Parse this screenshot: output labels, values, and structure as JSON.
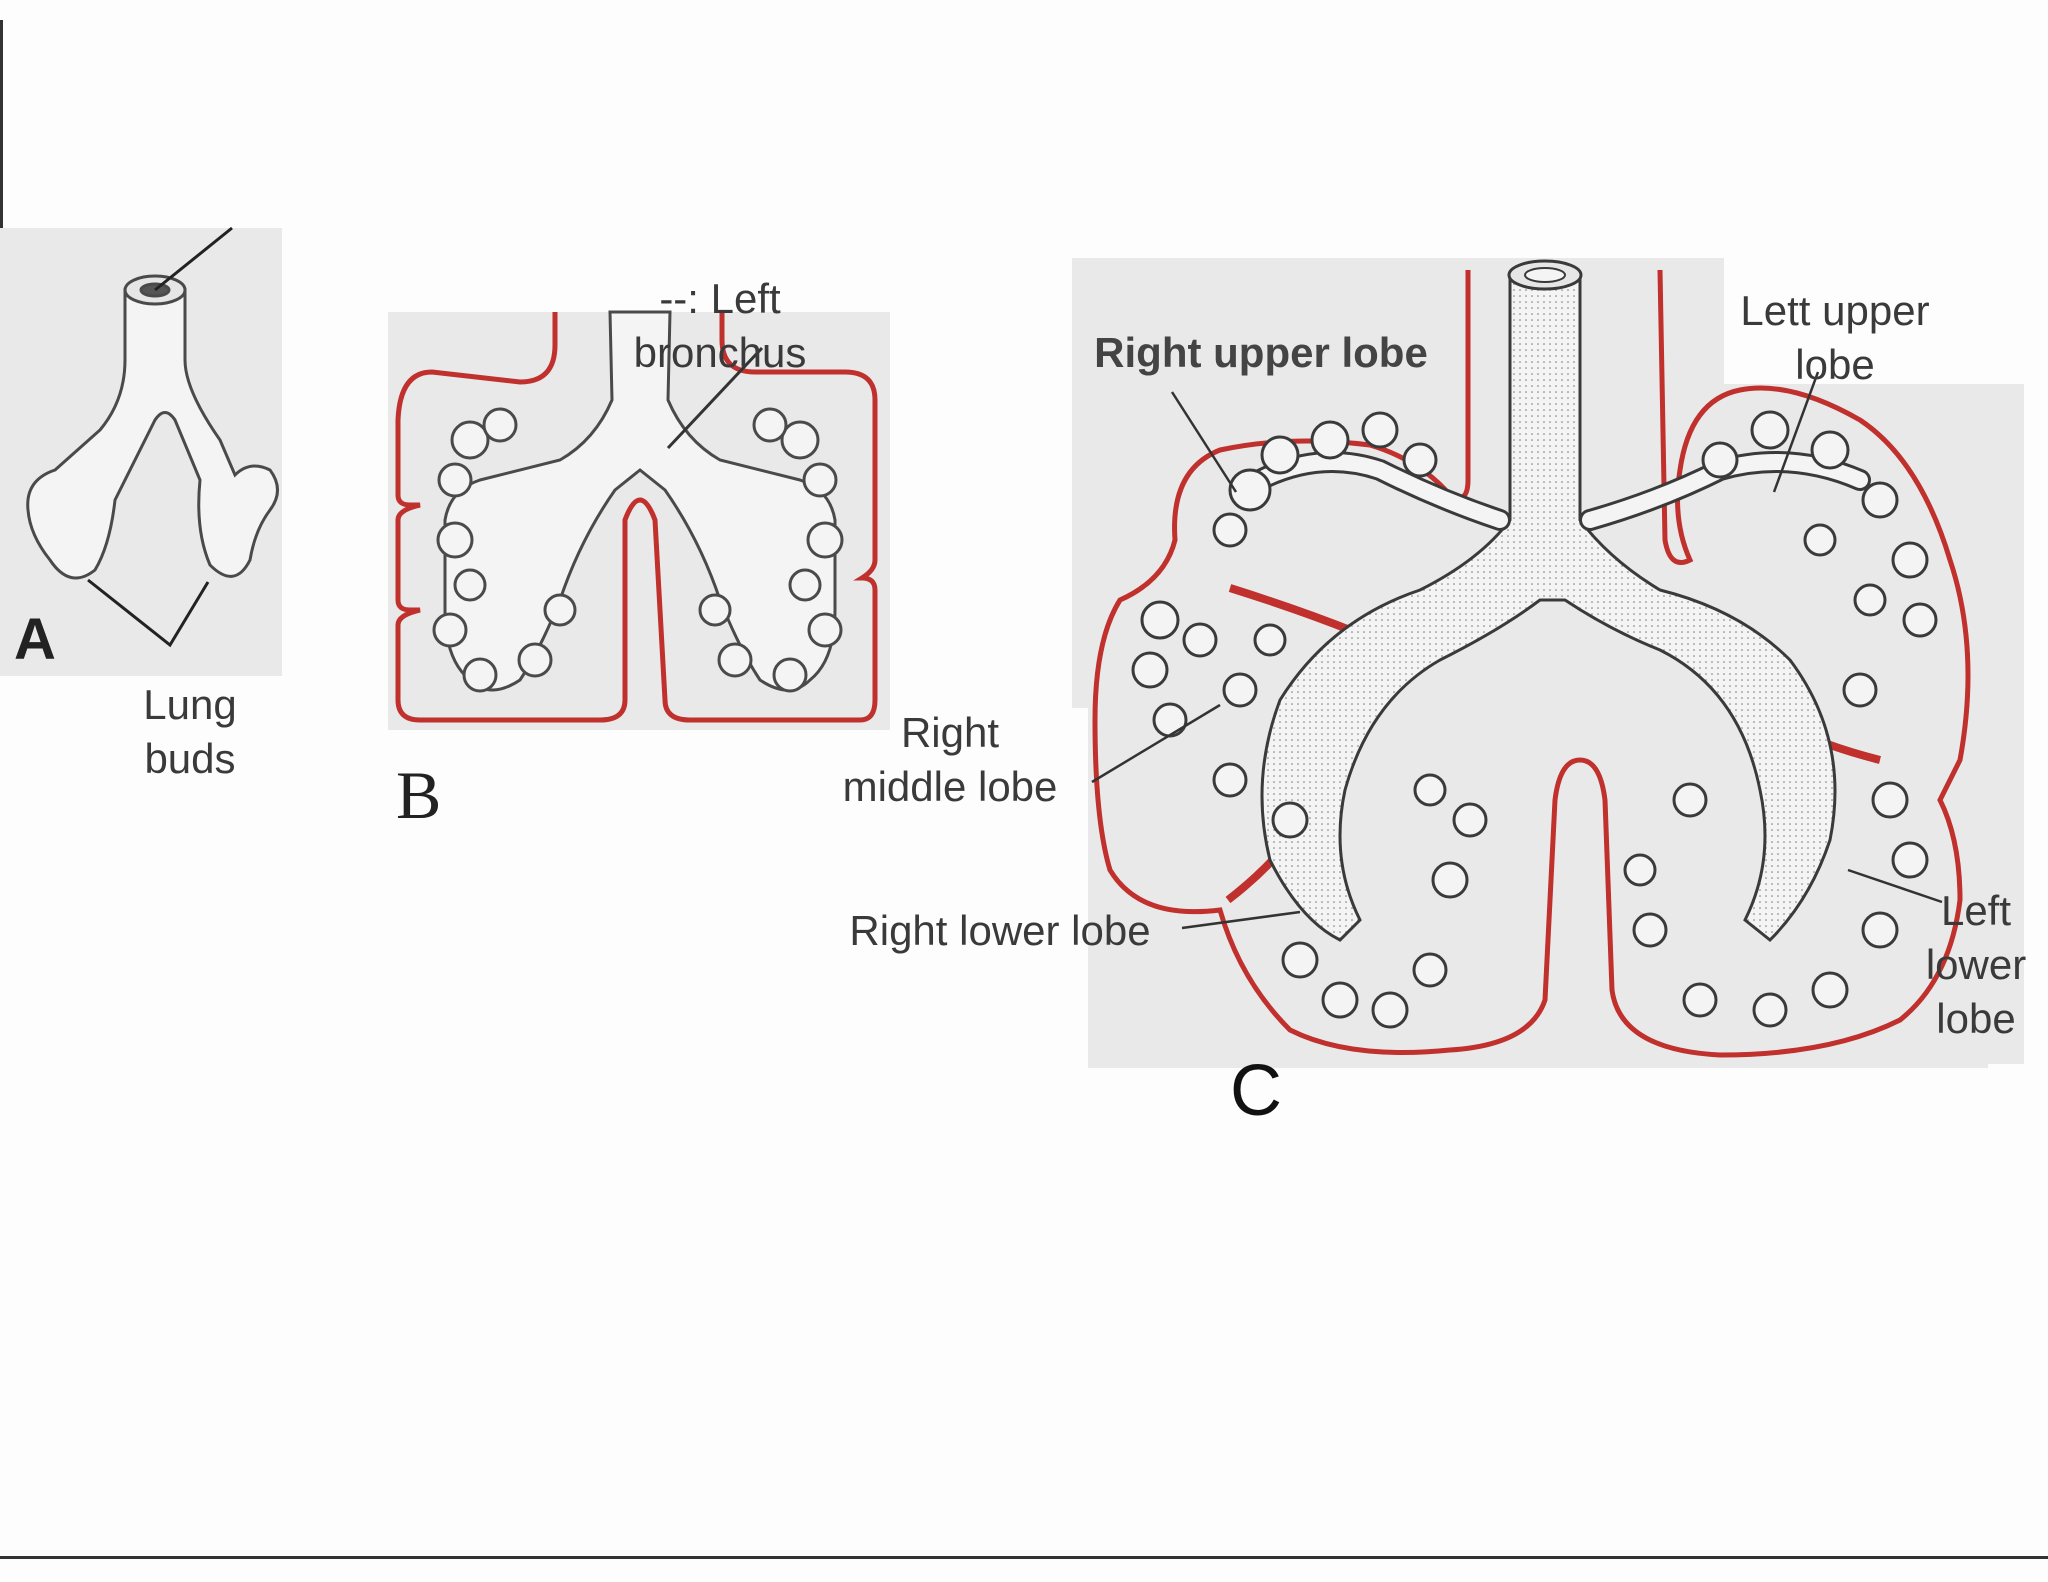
{
  "panels": {
    "a": {
      "letter": "A",
      "lung_buds_label": "Lung\nbuds"
    },
    "b": {
      "letter": "B",
      "left_bronchus_label": "--:  Left\nbronchus"
    },
    "c": {
      "letter": "C",
      "right_upper_lobe": "Right upper lobe",
      "left_upper_lobe": "Lett upper\nlobe",
      "right_middle_lobe": "Right\nmiddle lobe",
      "right_lower_lobe": "Right  lower  lobe",
      "left_lower_lobe": "Left\nlower\nlobe"
    }
  },
  "colors": {
    "pleura": "#c0302d",
    "panel_bg": "#e9e9e9",
    "bronchial_fill": "#f4f4f4",
    "bronchial_stroke": "#4a4a4a"
  }
}
